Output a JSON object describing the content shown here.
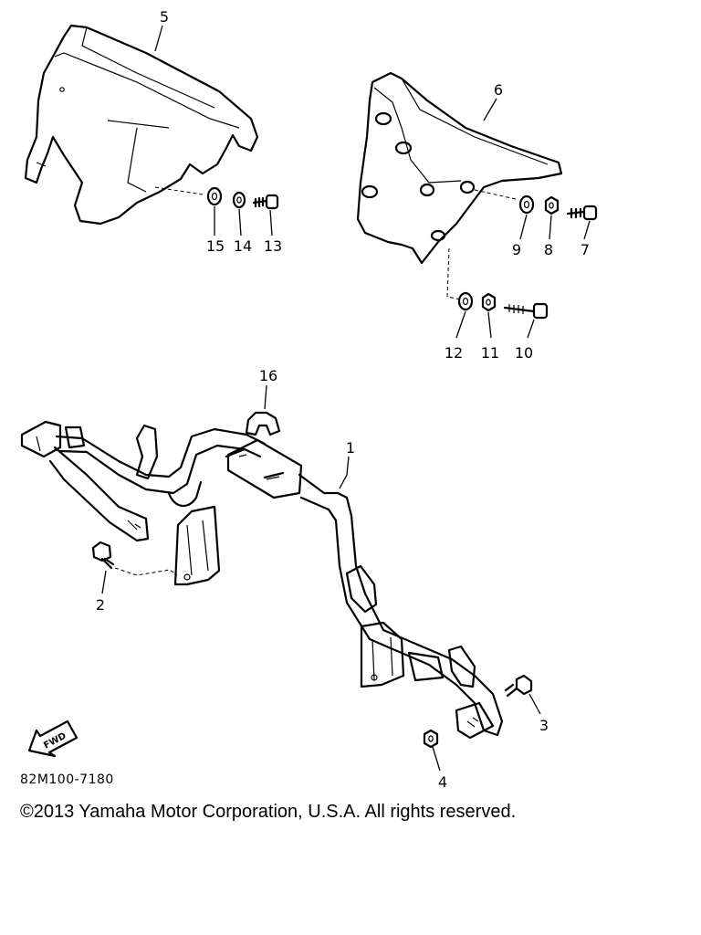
{
  "callouts": {
    "c1": "1",
    "c2": "2",
    "c3": "3",
    "c4": "4",
    "c5": "5",
    "c6": "6",
    "c7": "7",
    "c8": "8",
    "c9": "9",
    "c10": "10",
    "c11": "11",
    "c12": "12",
    "c13": "13",
    "c14": "14",
    "c15": "15",
    "c16": "16"
  },
  "fwd_label": "FWD",
  "drawing_code": "82M100-7180",
  "copyright": "©2013 Yamaha Motor Corporation, U.S.A. All rights reserved."
}
